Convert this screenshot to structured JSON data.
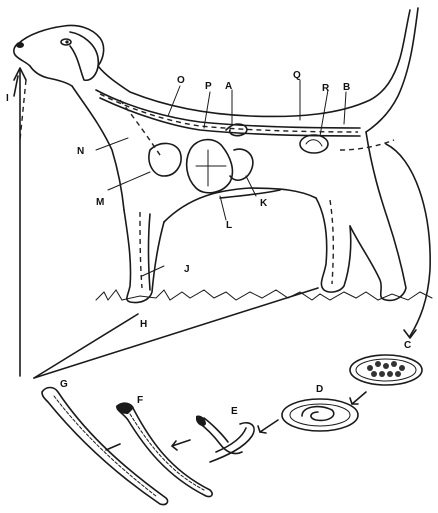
{
  "figure": {
    "labels": {
      "A": "A",
      "B": "B",
      "C": "C",
      "D": "D",
      "E": "E",
      "F": "F",
      "G": "G",
      "H": "H",
      "I": "I",
      "J": "J",
      "K": "K",
      "L": "L",
      "M": "M",
      "N": "N",
      "O": "O",
      "P": "P",
      "Q": "Q",
      "R": "R"
    }
  },
  "colors": {
    "ink": "#1a1a1a",
    "paper": "#ffffff"
  }
}
